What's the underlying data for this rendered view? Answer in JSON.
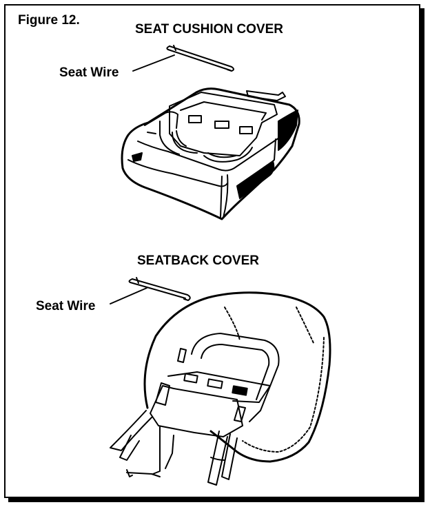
{
  "figure_label": "Figure 12.",
  "sections": [
    {
      "title": "SEAT CUSHION COVER",
      "wire_label": "Seat Wire"
    },
    {
      "title": "SEATBACK COVER",
      "wire_label": "Seat Wire"
    }
  ]
}
